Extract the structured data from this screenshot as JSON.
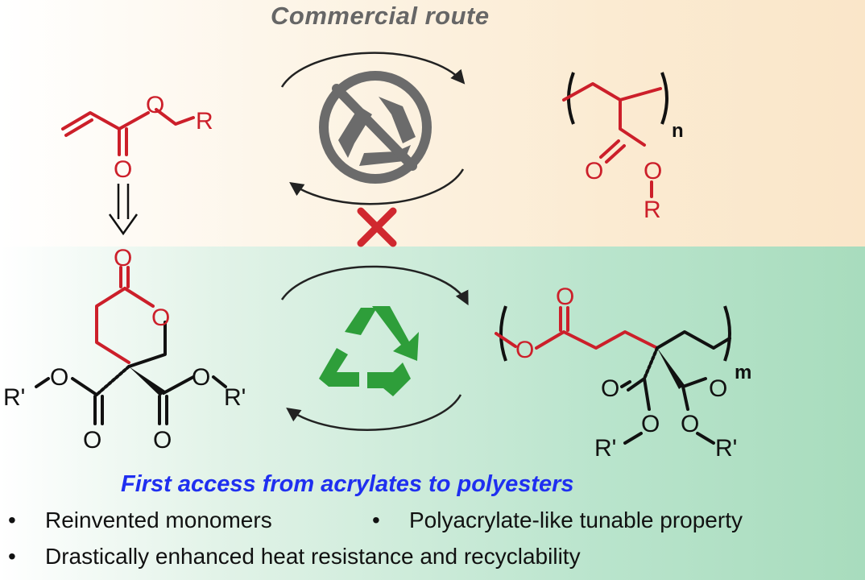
{
  "titles": {
    "commercial_route": "Commercial route",
    "first_access": "First  access from acrylates to polyesters"
  },
  "atoms": {
    "oxygen": "O",
    "r": "R",
    "r_prime": "R'",
    "n": "n",
    "m": "m"
  },
  "bullets": [
    {
      "symbol": "•",
      "text": "Reinvented monomers"
    },
    {
      "symbol": "•",
      "text": "Polyacrylate-like tunable property"
    },
    {
      "symbol": "•",
      "text": "Drastically enhanced heat resistance and recyclability"
    }
  ],
  "colors": {
    "polyacrylate_red": "#cc1f2a",
    "recycle_gray": "#6b6b6b",
    "recycle_green": "#2e9e3a",
    "cross_red": "#d0282f",
    "title_blue": "#1f2ff0"
  }
}
